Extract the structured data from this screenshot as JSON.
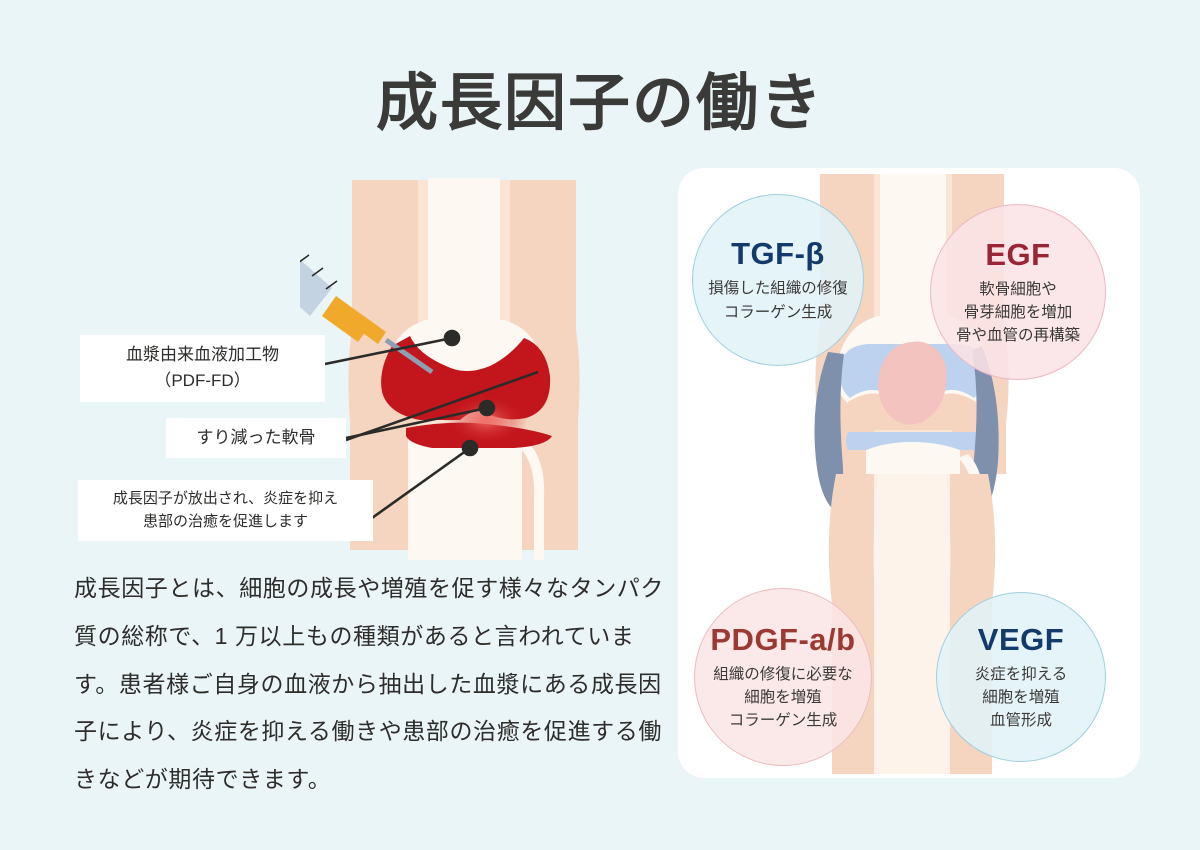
{
  "page": {
    "title": "成長因子の働き",
    "background_color": "#eaf5f7"
  },
  "left": {
    "callouts": [
      {
        "line1": "血漿由来血液加工物",
        "line2": "（PDF-FD）"
      },
      {
        "line1": "すり減った軟骨",
        "line2": ""
      },
      {
        "line1": "成長因子が放出され、炎症を抑え",
        "line2": "患部の治癒を促進します"
      }
    ],
    "illustration_name": "diseased-knee-with-syringe",
    "body_text": "成長因子とは、細胞の成長や増殖を促す様々なタンパク質の総称で、1 万以上もの種類があると言われています。患者様ご自身の血液から抽出した血漿にある成長因子により、炎症を抑える働きや患部の治癒を促進する働きなどが期待できます。"
  },
  "right": {
    "illustration_name": "healthy-knee-anatomy",
    "bubbles": [
      {
        "title": "TGF-β",
        "desc_lines": [
          "損傷した組織の修復",
          "コラーゲン生成"
        ],
        "title_color": "#123a6b",
        "fill_color": "#e1f2f8"
      },
      {
        "title": "EGF",
        "desc_lines": [
          "軟骨細胞や",
          "骨芽細胞を増加",
          "骨や血管の再構築"
        ],
        "title_color": "#9b2435",
        "fill_color": "#fae2e6"
      },
      {
        "title": "PDGF-a/b",
        "desc_lines": [
          "組織の修復に必要な",
          "細胞を増殖",
          "コラーゲン生成"
        ],
        "title_color": "#9b3a33",
        "fill_color": "#fae5e5"
      },
      {
        "title": "VEGF",
        "desc_lines": [
          "炎症を抑える",
          "細胞を増殖",
          "血管形成"
        ],
        "title_color": "#123a6b",
        "fill_color": "#e1f2f8"
      }
    ]
  },
  "palette": {
    "skin": "#f6d5c0",
    "skin_light": "#fae4d4",
    "bone": "#fdf8f2",
    "inflamed_red": "#c2151c",
    "cartilage_blue": "#bdd2ef",
    "ligament_blue": "#7e90ab",
    "patella_pink": "#f3c3c0",
    "syringe_body": "#c3d3e2",
    "syringe_accent": "#f0a92b",
    "leader_line": "#2b2b29",
    "text_dark": "#2d2d2b"
  }
}
